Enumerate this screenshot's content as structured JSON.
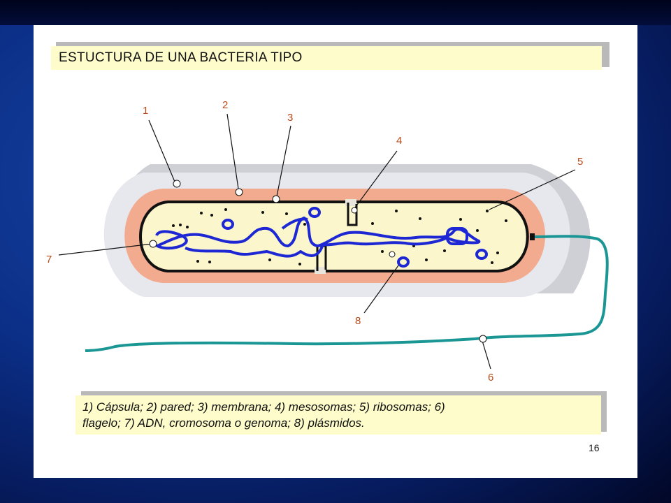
{
  "slide": {
    "title": "ESTUCTURA DE UNA BACTERIA TIPO",
    "legend_line1": "1) Cápsula; 2) pared; 3) membrana; 4) mesosomas; 5) ribosomas; 6)",
    "legend_line2": "flagelo; 7) ADN, cromosoma o genoma; 8) plásmidos.",
    "page_number": "16"
  },
  "diagram": {
    "labels": {
      "l1": "1",
      "l2": "2",
      "l3": "3",
      "l4": "4",
      "l5": "5",
      "l6": "6",
      "l7": "7",
      "l8": "8"
    },
    "colors": {
      "capsule": "#e7e7ee",
      "wall": "#f2ab8f",
      "cytoplasm": "#fbf6cc",
      "membrane": "#111111",
      "dna": "#1d28d4",
      "flagellum": "#1a9794",
      "label": "#b94a18"
    }
  }
}
